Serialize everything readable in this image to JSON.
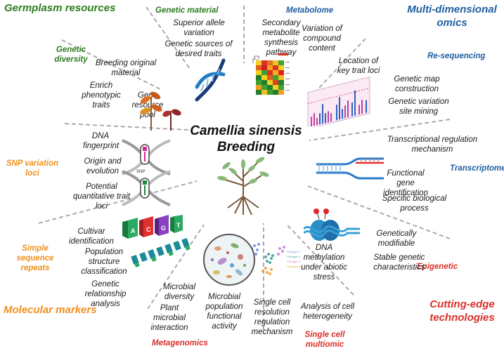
{
  "center": {
    "line1": "Camellia sinensis",
    "line2": "Breeding"
  },
  "categories": {
    "germplasm": "Germplasm resources",
    "multi_omics": "Multi-dimensional omics",
    "molecular_markers": "Molecular markers",
    "cutting_edge": "Cutting-edge technologies"
  },
  "subcategories": {
    "genetic_material": "Genetic material",
    "genetic_diversity": "Genetic diversity",
    "metabolome": "Metabolome",
    "resequencing": "Re-sequencing",
    "transcriptome": "Transcriptome",
    "epigenetic": "Epigenetic",
    "single_cell": "Single cell multiomic",
    "metagenomics": "Metagenomics",
    "ssr": "Simple sequence repeats",
    "snp": "SNP variation loci"
  },
  "items": {
    "superior_allele": "Superior allele variation",
    "genetic_sources": "Genetic sources of desired traits",
    "breeding_original": "Breeding original material",
    "enrich_traits": "Enrich phenotypic traits",
    "gene_pool": "Gene resource pool",
    "secondary_metabolite": "Secondary metabolite synthesis pathway",
    "compound_variation": "Variation of compound content",
    "key_trait_loci": "Location of key trait loci",
    "genetic_map": "Genetic map construction",
    "variation_site": "Genetic variation site mining",
    "transcriptional_regulation": "Transcriptional regulation mechanism",
    "functional_gene": "Functional gene identification",
    "biological_process": "Specific biological process",
    "genetically_modifiable": "Genetically modifiable",
    "stable_genetic": "Stable genetic characteristics",
    "dna_methylation": "DNA methylation under abiotic stress",
    "single_cell_resolution": "Single cell resolution regulation mechanism",
    "cell_heterogeneity": "Analysis of cell heterogeneity",
    "microbial_diversity": "Microbial diversity",
    "plant_microbial": "Plant microbial interaction",
    "microbial_functional": "Microbial population functional activity",
    "cultivar_identification": "Cultivar identification",
    "population_structure": "Population structure classification",
    "genetic_relationship": "Genetic relationship analysis",
    "dna_fingerprint": "DNA fingerprint",
    "origin_evolution": "Origin and evolution",
    "quantitative_trait": "Potential quantitative trait loci"
  },
  "icon_labels": {
    "snp": "SNP",
    "ssr_letters": [
      "A",
      "C",
      "G",
      "T"
    ],
    "cell_types": [
      "Cell type 1",
      "Cell type 2",
      "Cell type 3",
      "Cell type N"
    ]
  },
  "colors": {
    "green": "#2e7d1f",
    "blue": "#1f5fa0",
    "orange": "#f0901e",
    "red": "#d9302a"
  }
}
